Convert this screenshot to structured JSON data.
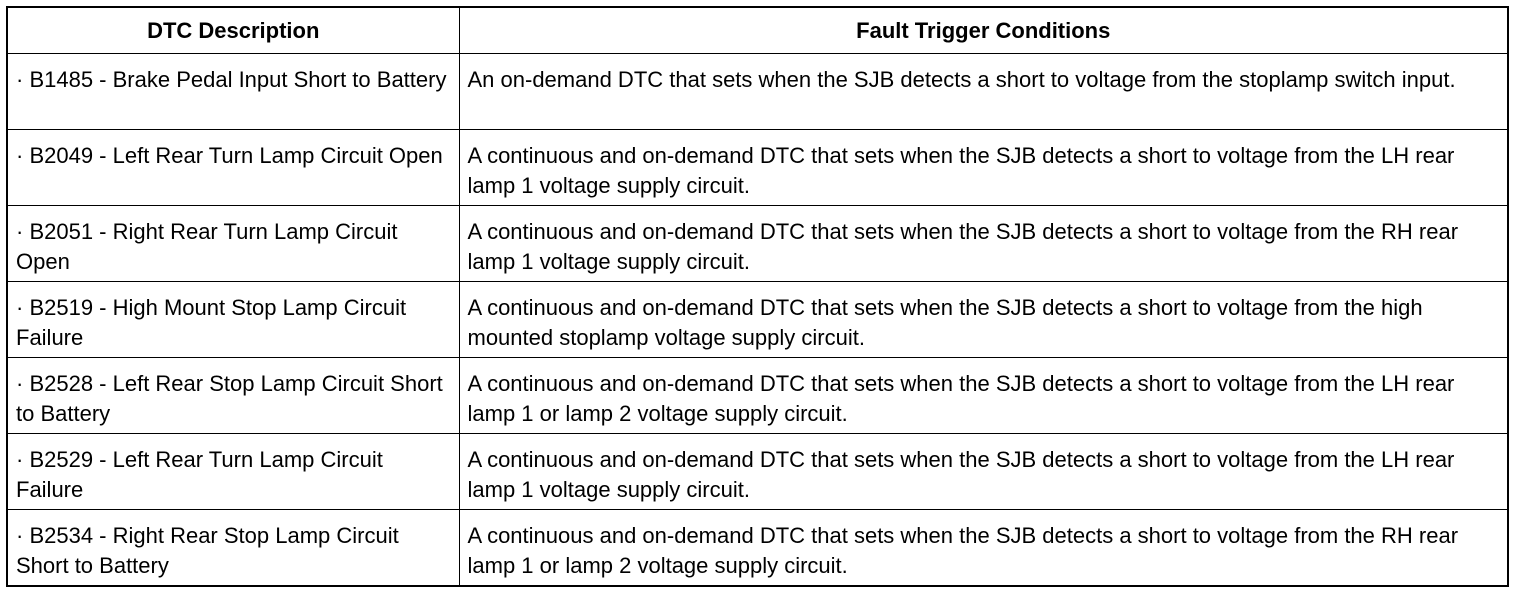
{
  "table": {
    "headers": [
      "DTC Description",
      "Fault Trigger Conditions"
    ],
    "rows": [
      {
        "description": "· B1485 - Brake Pedal Input Short to Battery",
        "condition": "An on-demand DTC that sets when the SJB detects a short to voltage from the stoplamp switch input."
      },
      {
        "description": "· B2049 - Left Rear Turn Lamp Circuit Open",
        "condition": "A continuous and on-demand DTC that sets when the SJB detects a short to voltage from the LH rear lamp 1 voltage supply circuit."
      },
      {
        "description": "· B2051 - Right Rear Turn Lamp Circuit Open",
        "condition": "A continuous and on-demand DTC that sets when the SJB detects a short to voltage from the RH rear lamp 1 voltage supply circuit."
      },
      {
        "description": "· B2519 - High Mount Stop Lamp Circuit Failure",
        "condition": "A continuous and on-demand DTC that sets when the SJB detects a short to voltage from the high mounted stoplamp voltage supply circuit."
      },
      {
        "description": "· B2528 - Left Rear Stop Lamp Circuit Short to Battery",
        "condition": "A continuous and on-demand DTC that sets when the SJB detects a short to voltage from the LH rear lamp 1 or lamp 2 voltage supply circuit."
      },
      {
        "description": "· B2529 - Left Rear Turn Lamp Circuit Failure",
        "condition": "A continuous and on-demand DTC that sets when the SJB detects a short to voltage from the LH rear lamp 1 voltage supply circuit."
      },
      {
        "description": "· B2534 - Right Rear Stop Lamp Circuit Short to Battery",
        "condition": "A continuous and on-demand DTC that sets when the SJB detects a short to voltage from the RH rear lamp 1 or lamp 2 voltage supply circuit."
      }
    ]
  }
}
